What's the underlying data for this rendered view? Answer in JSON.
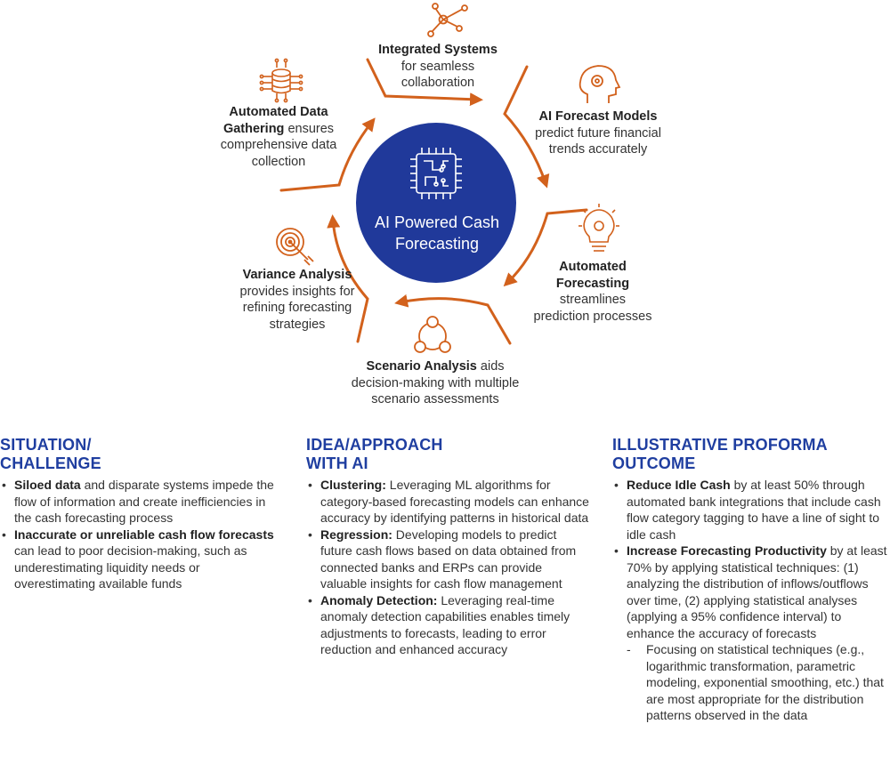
{
  "colors": {
    "accent": "#d2611c",
    "navy": "#20399a",
    "heading": "#1f3ea0"
  },
  "center": {
    "line1": "AI Powered Cash",
    "line2": "Forecasting",
    "icon": "circuit-chip-icon"
  },
  "nodes": {
    "integrated": {
      "title": "Integrated Systems",
      "desc1": "for seamless",
      "desc2": "collaboration",
      "icon": "network-nodes-icon"
    },
    "ai_models": {
      "title": "AI Forecast Models",
      "desc1": "predict future financial",
      "desc2": "trends accurately",
      "icon": "head-gear-icon"
    },
    "automated": {
      "title1": "Automated",
      "title2": "Forecasting",
      "desc1": "streamlines",
      "desc2": "prediction processes",
      "icon": "lightbulb-gear-icon"
    },
    "scenario": {
      "title": "Scenario Analysis",
      "desc0": " aids",
      "desc1": "decision-making with multiple",
      "desc2": "scenario assessments",
      "icon": "people-cycle-icon"
    },
    "variance": {
      "title": "Variance Analysis",
      "desc1": "provides insights for",
      "desc2": "refining forecasting",
      "desc3": "strategies",
      "icon": "target-arrow-icon"
    },
    "gathering": {
      "title1": "Automated Data",
      "title2": "Gathering",
      "desc0": " ensures",
      "desc1": "comprehensive data",
      "desc2": "collection",
      "icon": "database-network-icon"
    }
  },
  "columns": {
    "situation": {
      "heading1": "SITUATION/",
      "heading2": "CHALLENGE",
      "items": [
        {
          "bold": "Siloed data",
          "text": " and disparate systems impede the flow of information and create inefficiencies in the cash forecasting process"
        },
        {
          "bold": "Inaccurate or unreliable cash flow forecasts",
          "text": " can lead to poor decision-making, such as underestimating liquidity needs or overestimating available funds"
        }
      ]
    },
    "idea": {
      "heading1": "IDEA/APPROACH",
      "heading2": "WITH AI",
      "items": [
        {
          "bold": "Clustering:",
          "text": " Leveraging ML algorithms for category-based forecasting models can enhance accuracy by identifying patterns in historical data"
        },
        {
          "bold": "Regression:",
          "text": " Developing models to predict future cash flows based on data obtained from connected banks and ERPs can provide valuable insights for cash flow management"
        },
        {
          "bold": "Anomaly Detection:",
          "text": " Leveraging real-time anomaly detection capabilities enables timely adjustments to forecasts, leading to error reduction and enhanced accuracy"
        }
      ]
    },
    "outcome": {
      "heading1": "ILLUSTRATIVE PROFORMA",
      "heading2": "OUTCOME",
      "items": [
        {
          "bold": "Reduce Idle Cash",
          "text": " by at least 50% through automated bank integrations that include cash flow category tagging to have a line of sight to idle cash"
        },
        {
          "bold": "Increase Forecasting Productivity",
          "text": " by at least 70% by applying statistical techniques: (1) analyzing the distribution of inflows/outflows over time, (2) applying statistical analyses (applying a 95% confidence interval) to enhance the accuracy of forecasts"
        }
      ],
      "sub": "Focusing on statistical techniques (e.g., logarithmic transformation, parametric modeling, exponential smoothing, etc.) that are most appropriate for the distribution patterns observed in the data"
    }
  }
}
